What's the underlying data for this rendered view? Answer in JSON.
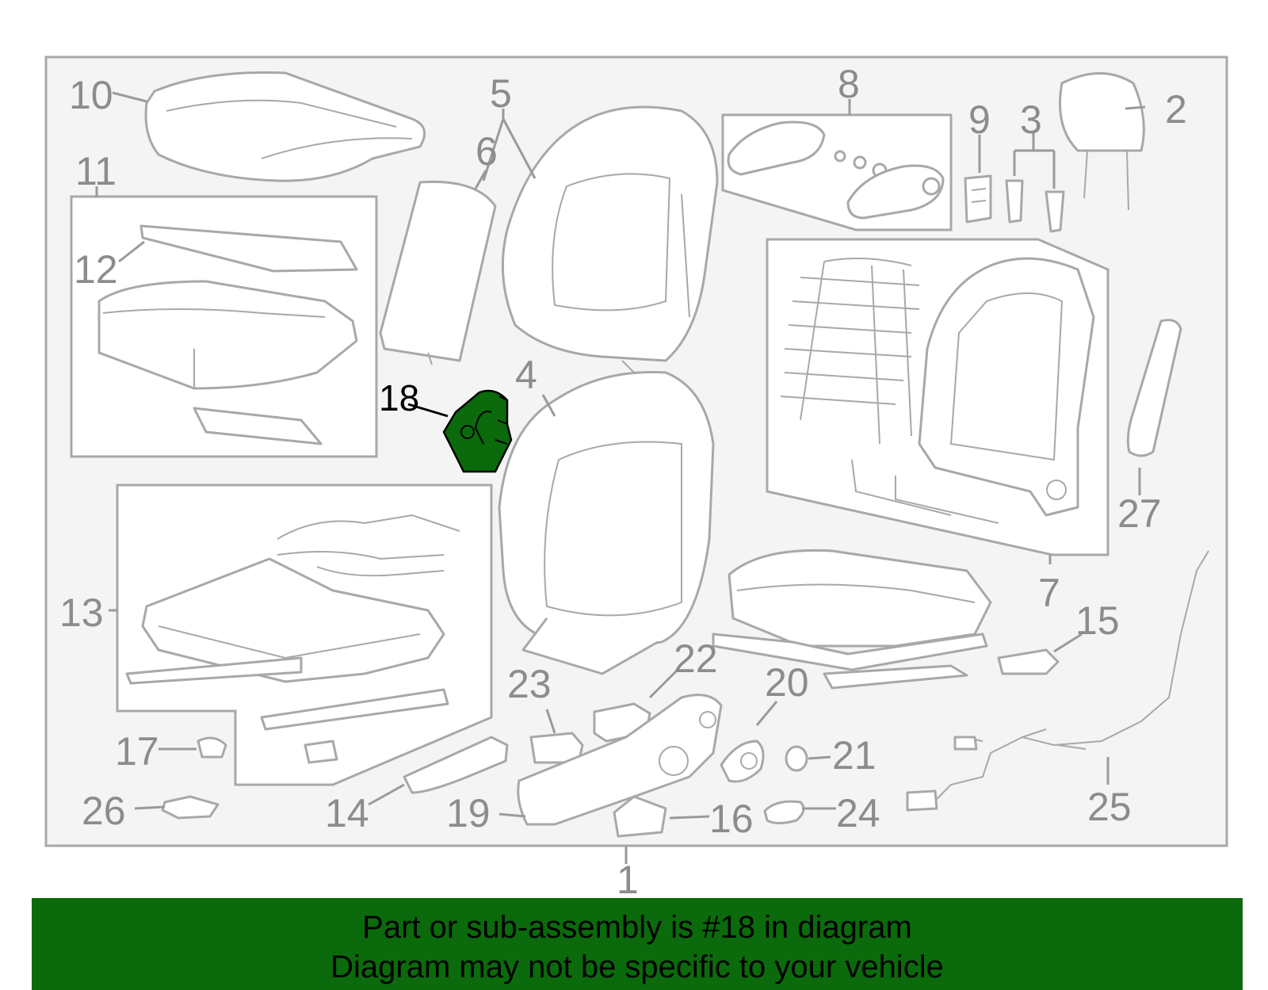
{
  "diagram": {
    "highlighted_part": "18",
    "highlight_color": "#0b6a0b",
    "line_color": "#a8a8a8",
    "callouts": {
      "c1": "1",
      "c2": "2",
      "c3": "3",
      "c4": "4",
      "c5": "5",
      "c6": "6",
      "c7": "7",
      "c8": "8",
      "c9": "9",
      "c10": "10",
      "c11": "11",
      "c12": "12",
      "c13": "13",
      "c14": "14",
      "c15": "15",
      "c16": "16",
      "c17": "17",
      "c18": "18",
      "c19": "19",
      "c20": "20",
      "c21": "21",
      "c22": "22",
      "c23": "23",
      "c24": "24",
      "c25": "25",
      "c26": "26",
      "c27": "27"
    }
  },
  "banner": {
    "line1": "Part or sub-assembly is #18 in diagram",
    "line2": "Diagram may not be specific to your vehicle"
  }
}
